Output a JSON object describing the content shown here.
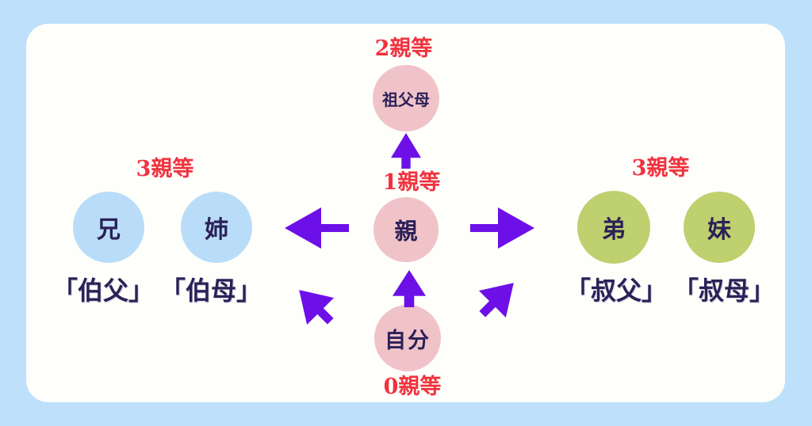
{
  "diagram": {
    "type": "kinship-degree-diagram",
    "colors": {
      "page_background": "#BEE0FB",
      "panel_background": "#FEFEFB",
      "pink_node": "#F0C3C9",
      "blue_node": "#B9DDF8",
      "green_node": "#BFD06E",
      "arrow": "#6D10E8",
      "degree_text": "#F0333E",
      "node_text": "#2B2158"
    },
    "degree_labels": {
      "top": "2親等",
      "middle": "1親等",
      "bottom": "0親等",
      "left": "3親等",
      "right": "3親等"
    },
    "nodes": {
      "grandparents": "祖父母",
      "parent": "親",
      "self": "自分",
      "older_brother": "兄",
      "older_sister": "姉",
      "younger_brother": "弟",
      "younger_sister": "妹"
    },
    "captions": {
      "left_1": "「伯父」",
      "left_2": "「伯母」",
      "right_1": "「叔父」",
      "right_2": "「叔母」"
    },
    "icons": {
      "up_from_self": "arrow-up",
      "up_from_parent": "arrow-up",
      "left_from_parent": "arrow-left",
      "right_from_parent": "arrow-right",
      "diagonal_left": "arrow-up-left",
      "diagonal_right": "arrow-up-right"
    }
  }
}
